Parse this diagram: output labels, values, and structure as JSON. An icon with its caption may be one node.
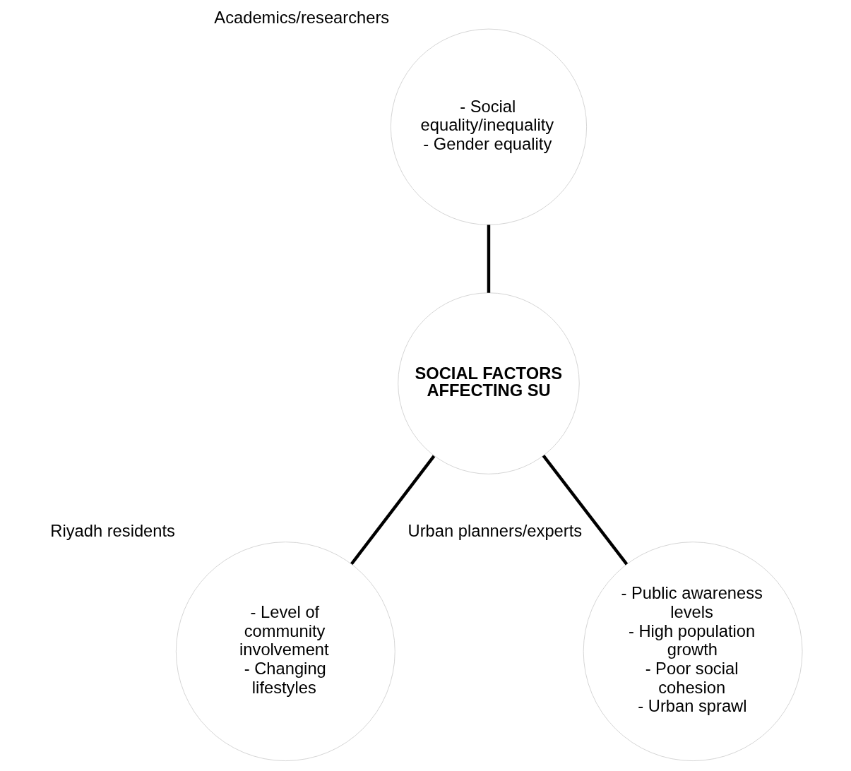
{
  "diagram": {
    "nodes": [
      {
        "text": [
          "- Social equality/inequality",
          "- Gender equality"
        ],
        "beside": [
          "Academics/researchers"
        ]
      },
      {
        "text": [
          "SOCIAL FACTORS AFFECTING SU"
        ]
      },
      {
        "text": [
          "- Level of community involvement",
          "- Changing lifestyles"
        ],
        "beside": [
          "Riyadh residents"
        ]
      },
      {
        "text": [
          "- Public awareness levels",
          "- High population growth",
          "- Poor social cohesion",
          "- Urban sprawl"
        ],
        "beside": [
          "Urban planners/experts"
        ]
      }
    ],
    "edges": [
      {
        "from": 1,
        "to": 0,
        "arrow": "none"
      },
      {
        "from": 1,
        "to": 2,
        "arrow": "none"
      },
      {
        "from": 1,
        "to": 3,
        "arrow": "none"
      }
    ]
  }
}
